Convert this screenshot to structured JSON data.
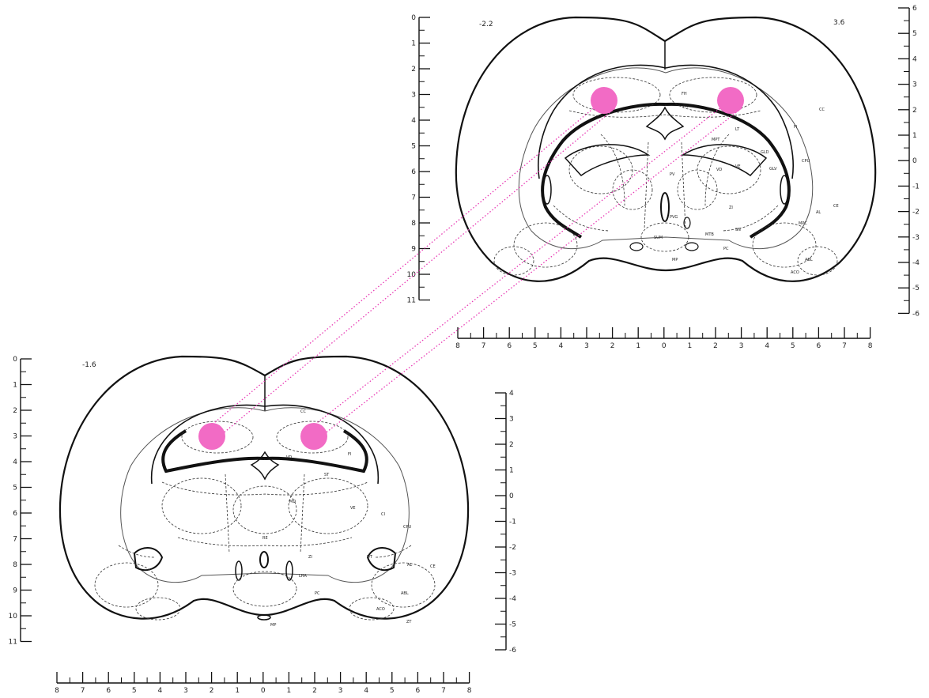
{
  "figure": {
    "plates": [
      {
        "id": "upper",
        "bregma_label": "-2.2",
        "interaural_label": "3.6",
        "left_scale_labels": [
          "0",
          "1",
          "2",
          "3",
          "4",
          "5",
          "6",
          "7",
          "8",
          "9",
          "10",
          "11"
        ],
        "right_scale_labels": [
          "6",
          "5",
          "4",
          "3",
          "2",
          "1",
          "0",
          "-1",
          "-2",
          "-3",
          "-4",
          "-5",
          "-6"
        ],
        "bottom_scale_labels": [
          "8",
          "7",
          "6",
          "5",
          "4",
          "3",
          "2",
          "1",
          "0",
          "1",
          "2",
          "3",
          "4",
          "5",
          "6",
          "7",
          "8"
        ],
        "region_labels": [
          "FH",
          "CC",
          "FI",
          "LT",
          "GLD",
          "GLV",
          "CPU",
          "PV",
          "PVG",
          "ZI",
          "SUM",
          "MTB",
          "SN",
          "MPC",
          "AL",
          "CE",
          "ACO",
          "ABL",
          "PC",
          "MP",
          "FR",
          "MPT",
          "VD",
          "VE"
        ]
      },
      {
        "id": "lower",
        "bregma_label": "-1.6",
        "left_scale_labels": [
          "0",
          "1",
          "2",
          "3",
          "4",
          "5",
          "6",
          "7",
          "8",
          "9",
          "10",
          "11"
        ],
        "right_scale_labels": [
          "4",
          "3",
          "2",
          "1",
          "0",
          "-1",
          "-2",
          "-3",
          "-4",
          "-5",
          "-6"
        ],
        "bottom_scale_labels": [
          "8",
          "7",
          "6",
          "5",
          "4",
          "3",
          "2",
          "1",
          "0",
          "1",
          "2",
          "3",
          "4",
          "5",
          "6",
          "7",
          "8"
        ],
        "region_labels": [
          "CC",
          "FI",
          "ST",
          "VD",
          "MD",
          "VE",
          "CI",
          "CPU",
          "RE",
          "ZI",
          "DT",
          "AL",
          "CE",
          "ABL",
          "ACO",
          "ZT",
          "PC",
          "LHA",
          "MP"
        ]
      }
    ],
    "colors": {
      "marker": "#f26bc5",
      "connector": "#e83ab4",
      "outline": "#111111",
      "inner": "#444444"
    },
    "markers": [
      {
        "plate": "upper",
        "side": "left"
      },
      {
        "plate": "upper",
        "side": "right"
      },
      {
        "plate": "lower",
        "side": "left"
      },
      {
        "plate": "lower",
        "side": "right"
      }
    ]
  }
}
